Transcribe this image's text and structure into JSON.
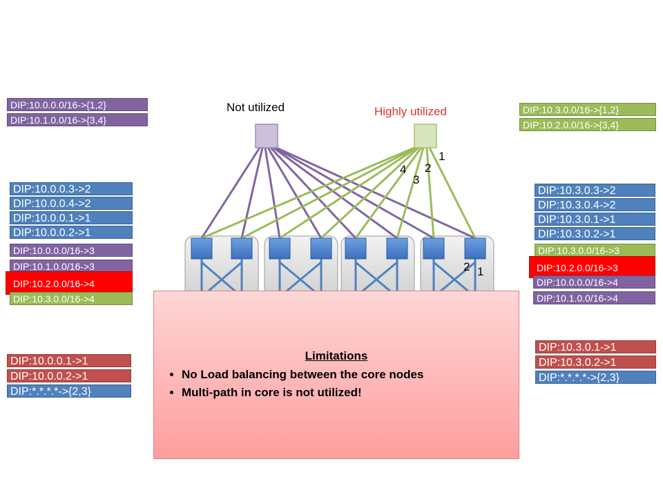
{
  "core_titles": {
    "left": "Not utilized",
    "right": "Highly utilized"
  },
  "path_numbers": [
    "1",
    "2",
    "3",
    "4",
    "2",
    "1"
  ],
  "left_top": [
    "DIP:10.0.0.0/16->{1,2}",
    "DIP:10.1.0.0/16->{3,4}"
  ],
  "right_top": [
    "DIP:10.3.0.0/16->{1,2}",
    "DIP:10.2.0.0/16->{3,4}"
  ],
  "left_mid": [
    "DIP:10.0.0.3->2",
    "DIP:10.0.0.4->2",
    "DIP:10.0.0.1->1",
    "DIP:10.0.0.2->1",
    "DIP:10.0.0.0/16->3",
    "DIP:10.1.0.0/16->3",
    "DIP:10.2.0.0/16->4",
    "DIP:10.3.0.0/16->4"
  ],
  "right_mid": [
    "DIP:10.3.0.3->2",
    "DIP:10.3.0.4->2",
    "DIP:10.3.0.1->1",
    "DIP:10.3.0.2->1",
    "DIP:10.3.0.0/16->3",
    "DIP:10.2.0.0/16->3",
    "DIP:10.0.0.0/16->4",
    "DIP:10.1.0.0/16->4"
  ],
  "left_bottom": [
    "DIP:10.0.0.1->1",
    "DIP:10.0.0.2->1",
    "DIP:*.*.*.*->{2,3}"
  ],
  "right_bottom": [
    "DIP:10.3.0.1->1",
    "DIP:10.3.0.2->1",
    "DIP:*.*.*.*->{2,3}"
  ],
  "limitations": {
    "heading": "Limitations",
    "items": [
      "No Load balancing between the core nodes",
      "Multi-path in core is not utilized!"
    ]
  },
  "colors": {
    "purple_link": "#8064a2",
    "green_link": "#9bbb59",
    "blue_link": "#4f81bd",
    "core_left": "#ccc0da",
    "core_right": "#d7e4bd",
    "switch": "#4f81bd"
  }
}
